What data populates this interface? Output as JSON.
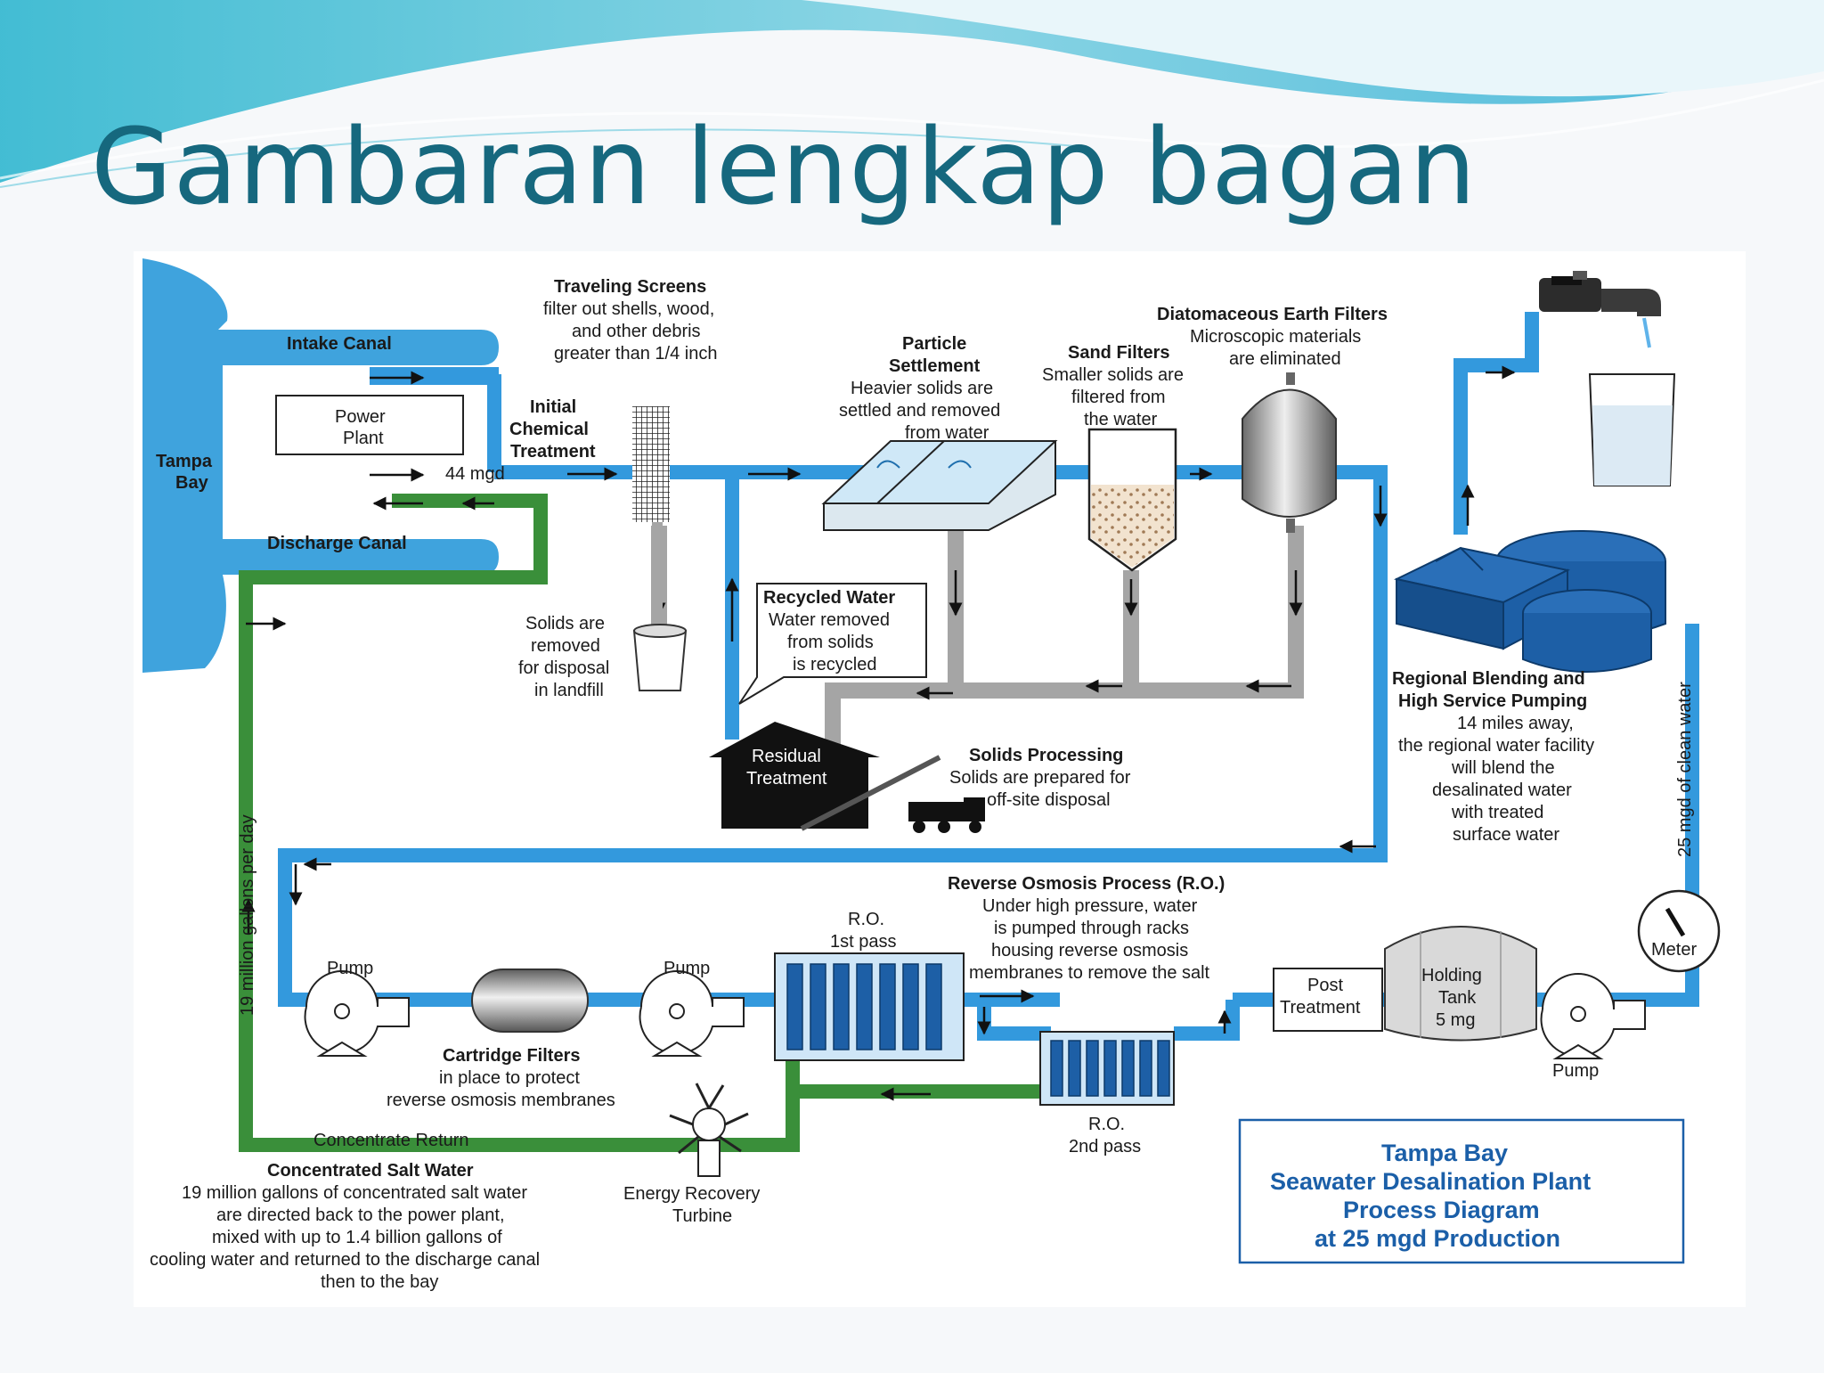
{
  "slide_title": "Gambaran lengkap bagan",
  "labels": {
    "intake_canal": "Intake Canal",
    "tampa_bay": [
      "Tampa",
      "Bay"
    ],
    "power_plant": [
      "Power",
      "Plant"
    ],
    "discharge_canal": "Discharge Canal",
    "flow_44": "44 mgd",
    "initial_chemical": [
      "Initial",
      "Chemical",
      "Treatment"
    ],
    "traveling_screens_title": "Traveling Screens",
    "traveling_screens_body": [
      "filter out shells, wood,",
      "and other debris",
      "greater than 1/4 inch"
    ],
    "solids_removed": [
      "Solids are",
      "removed",
      "for disposal",
      "in landfill"
    ],
    "particle_title": [
      "Particle",
      "Settlement"
    ],
    "particle_body": [
      "Heavier solids are",
      "settled and removed",
      "from water"
    ],
    "sand_title": "Sand Filters",
    "sand_body": [
      "Smaller solids are",
      "filtered from",
      "the water"
    ],
    "diatom_title": "Diatomaceous Earth Filters",
    "diatom_body": [
      "Microscopic materials",
      "are eliminated"
    ],
    "recycled_title": "Recycled Water",
    "recycled_body": [
      "Water removed",
      "from solids",
      "is recycled"
    ],
    "residual": [
      "Residual",
      "Treatment"
    ],
    "solids_proc_title": "Solids Processing",
    "solids_proc_body": [
      "Solids are prepared for",
      "off-site disposal"
    ],
    "regional_title": [
      "Regional Blending and",
      "High Service Pumping"
    ],
    "regional_body": [
      "14 miles away,",
      "the regional water facility",
      "will blend the",
      "desalinated water",
      "with treated",
      "surface water"
    ],
    "clean_water": "25 mgd of clean water",
    "nineteen_mgd": "19 million gallons per day",
    "ro_title": "Reverse Osmosis Process (R.O.)",
    "ro_body": [
      "Under high pressure, water",
      "is pumped through racks",
      "housing reverse osmosis",
      "membranes to remove the salt"
    ],
    "ro1": [
      "R.O.",
      "1st pass"
    ],
    "ro2": [
      "R.O.",
      "2nd pass"
    ],
    "pump": "Pump",
    "cartridge_title": "Cartridge Filters",
    "cartridge_body": [
      "in place to protect",
      "reverse osmosis membranes"
    ],
    "post": [
      "Post",
      "Treatment"
    ],
    "holding": [
      "Holding",
      "Tank",
      "5 mg"
    ],
    "meter": "Meter",
    "concentrate_return": "Concentrate Return",
    "salt_title": "Concentrated Salt Water",
    "salt_body": [
      "19 million gallons of concentrated salt water",
      "are directed back to the power plant,",
      "mixed with up to 1.4 billion gallons of",
      "cooling water and returned to the discharge canal",
      "then to the bay"
    ],
    "energy": [
      "Energy Recovery",
      "Turbine"
    ],
    "box_title": [
      "Tampa Bay",
      "Seawater Desalination Plant",
      "Process Diagram",
      "at 25 mgd Production"
    ]
  },
  "colors": {
    "pipe_blue": "#3399dd",
    "pipe_green": "#3a8f3a",
    "pipe_gray": "#a5a5a5",
    "title": "#16687e",
    "box_text": "#1b5fa8",
    "tank_blue": "#1d5fa6"
  }
}
